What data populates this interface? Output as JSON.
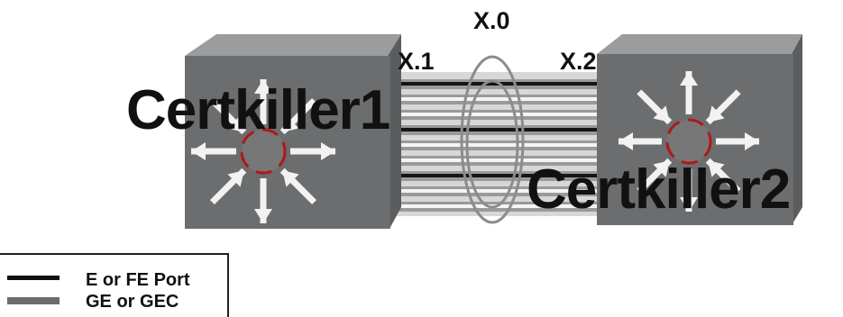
{
  "diagram": {
    "labels": {
      "bundle": "X.0",
      "left_link": "X.1",
      "right_link": "X.2",
      "switch_left": "Certkiller1",
      "switch_right": "Certkiller2"
    },
    "legend": {
      "items": [
        {
          "label": "E or FE Port",
          "color": "#111111"
        },
        {
          "label": "GE or GEC",
          "color": "#6d6d6d"
        }
      ]
    },
    "colors": {
      "switch_face": "#6b6d6e",
      "switch_side": "#8a8c8d",
      "arrow": "#f2f2f2",
      "hub_ring": "#b01818",
      "link_dark": "#151515",
      "link_light": "#9a9a9a",
      "bundle_oval": "#8c8c8c"
    },
    "icons": [
      "switch-icon",
      "switch-icon"
    ]
  }
}
